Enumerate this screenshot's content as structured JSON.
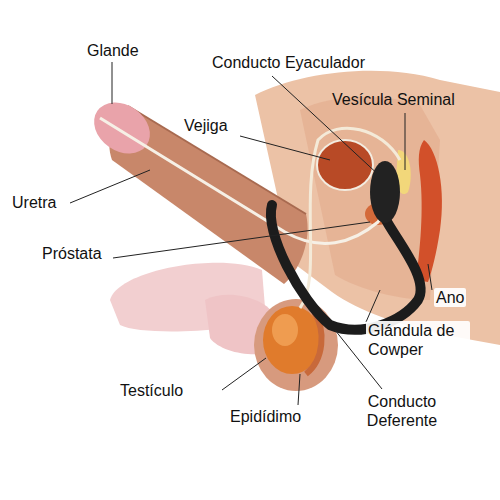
{
  "diagram": {
    "labels": [
      "Glande",
      "Conducto Eyaculador",
      "Vesícula Seminal",
      "Vejiga",
      "Uretra",
      "Próstata",
      "Ano",
      "Glándula de Cowper",
      "Testículo",
      "Epidídimo",
      "Conducto Deferente"
    ]
  }
}
